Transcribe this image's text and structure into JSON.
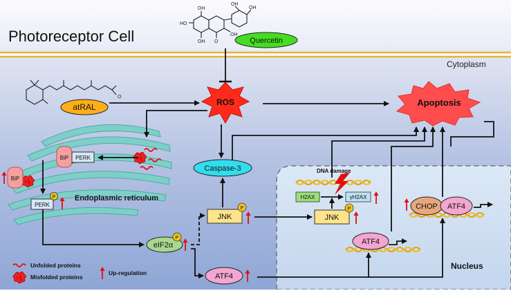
{
  "title": "Photoreceptor Cell",
  "regions": {
    "cytoplasm": "Cytoplasm",
    "nucleus": "Nucleus",
    "er": "Endoplasmic reticulum"
  },
  "molecules": {
    "quercetin": "Quercetin",
    "atral": "atRAL",
    "ros": "ROS",
    "apoptosis": "Apoptosis",
    "caspase3": "Caspase-3",
    "bip": "BiP",
    "perk": "PERK",
    "p": "P",
    "jnk": "JNK",
    "eif2a": "eIF2α",
    "atf4": "ATF4",
    "chop": "CHOP",
    "h2ax": "H2AX",
    "gh2ax": "γH2AX",
    "dna_damage": "DNA damage"
  },
  "quercetin_structure_labels": {
    "oh": "OH",
    "ho": "HO",
    "o": "O"
  },
  "legend": {
    "unfolded": "Unfolded proteins",
    "misfolded": "Misfolded proteins",
    "upregulation": "Up-regulation"
  },
  "colors": {
    "ros": "#ff2a1a",
    "apoptosis": "#ff4d4d",
    "quercetin": "#44dd22",
    "atral": "#ffae1a",
    "caspase": "#33ddee",
    "jnk": "#ffe48a",
    "eif2a": "#a8d890",
    "atf4": "#f2a6d0",
    "chop": "#e8a77c",
    "h2ax": "#9be07a",
    "gh2ax": "#bfe0f4",
    "er": "#7ecfc8",
    "up_arrow": "#e01010",
    "membrane": "#e8b23a"
  }
}
